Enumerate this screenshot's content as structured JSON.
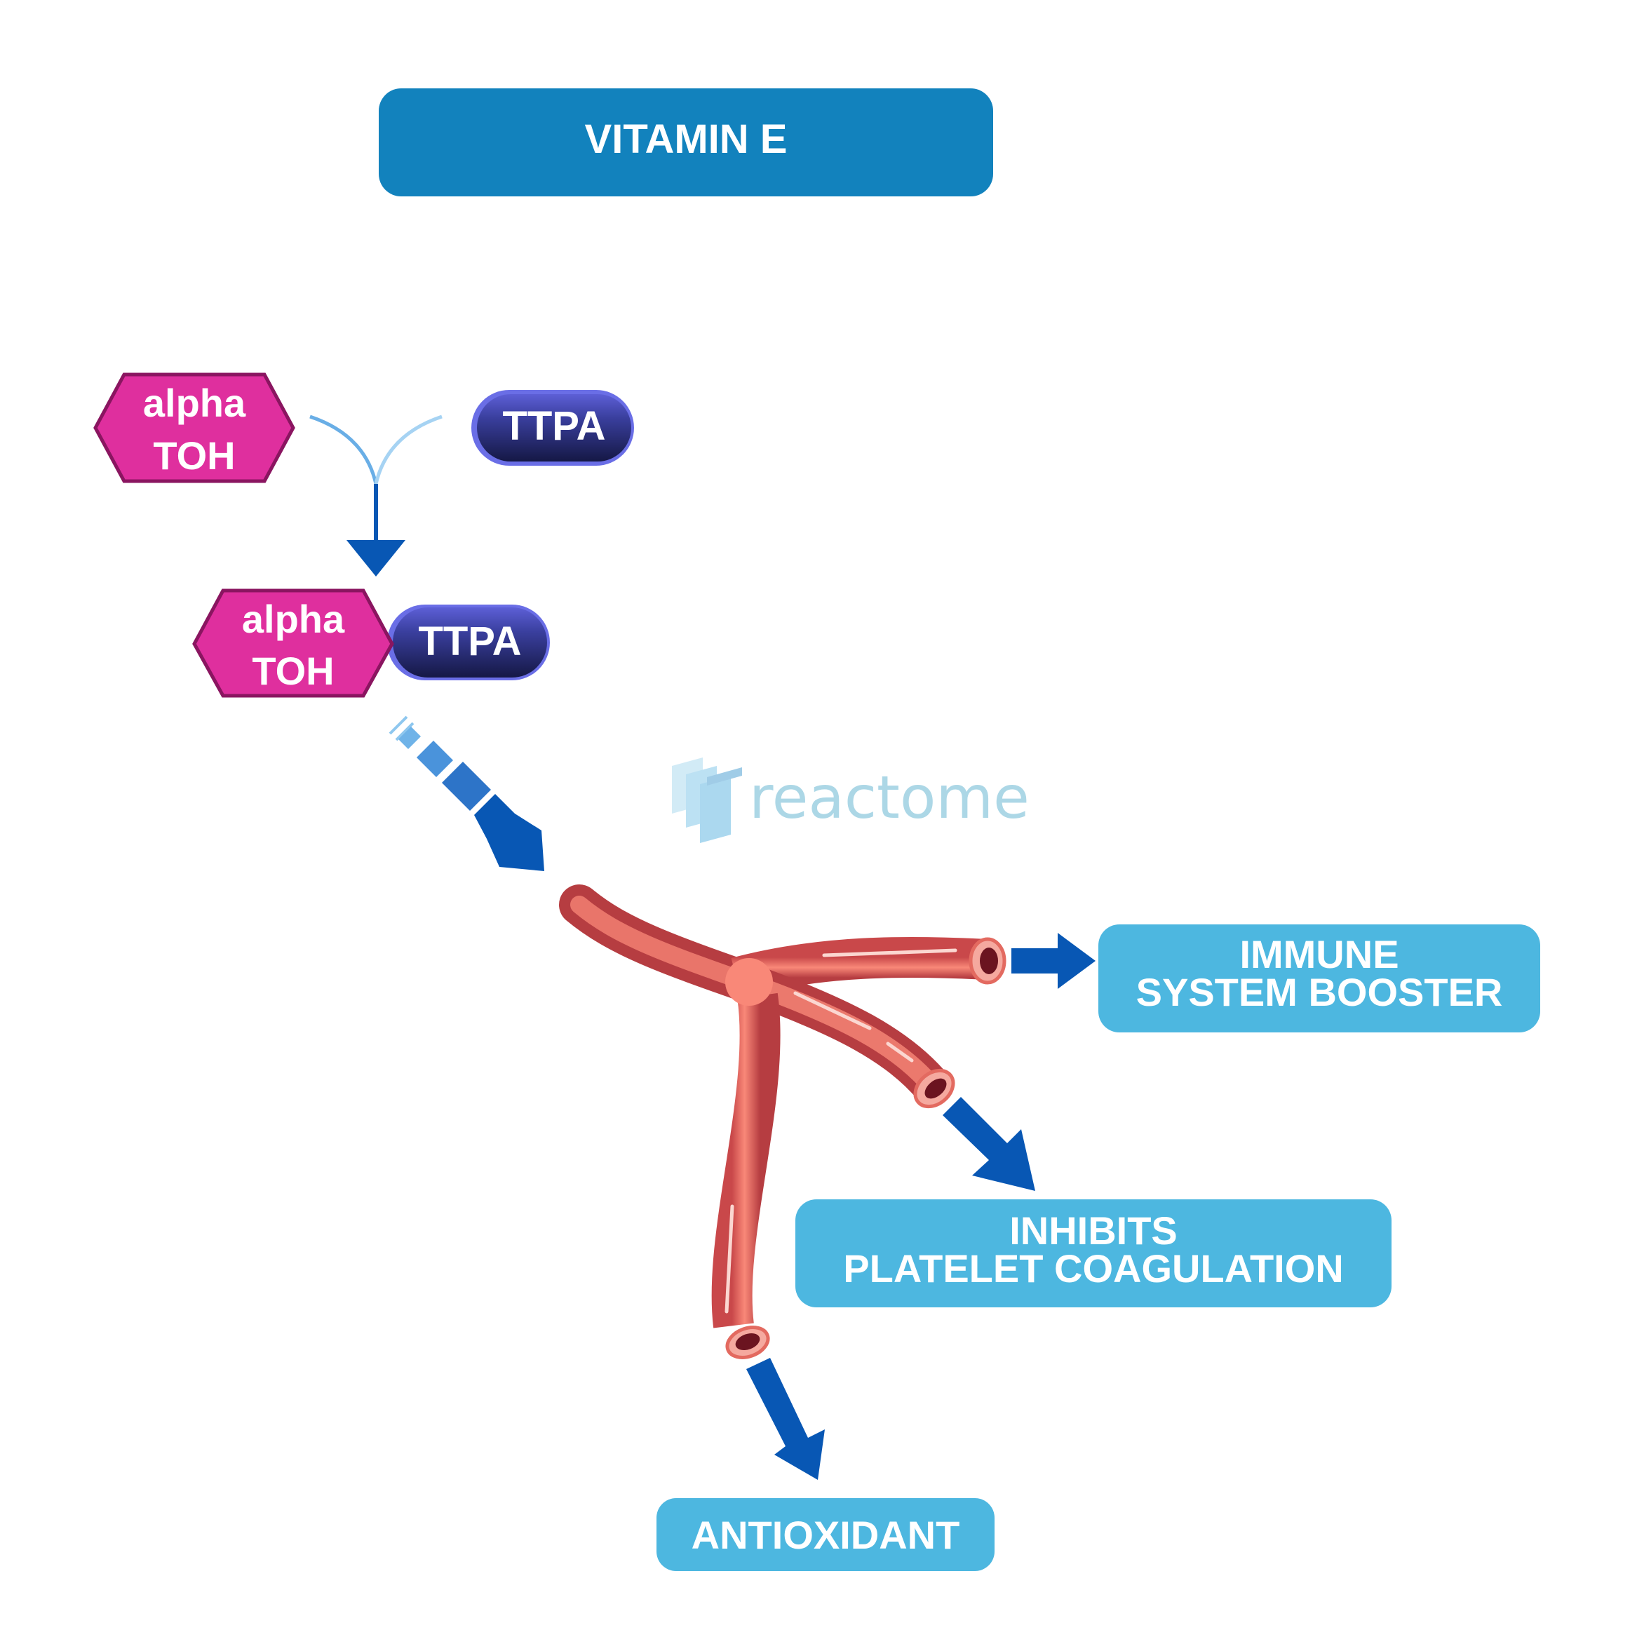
{
  "title": "VITAMIN E",
  "molecules": {
    "alpha_toh_line1": "alpha",
    "alpha_toh_line2": "TOH",
    "ttpa": "TTPA"
  },
  "complex": {
    "alpha_toh_line1": "alpha",
    "alpha_toh_line2": "TOH",
    "ttpa": "TTPA"
  },
  "watermark": "reactome",
  "outcomes": {
    "immune_line1": "IMMUNE",
    "immune_line2": "SYSTEM BOOSTER",
    "platelet_line1": "INHIBITS",
    "platelet_line2": "PLATELET COAGULATION",
    "antioxidant": "ANTIOXIDANT"
  },
  "colors": {
    "title_box": "#1282bd",
    "outcome_box": "#4db7e0",
    "alpha_toh": "#df2f9e",
    "ttpa": "#232a72",
    "arrow": "#0857b4",
    "vessel": "#f2796d"
  }
}
